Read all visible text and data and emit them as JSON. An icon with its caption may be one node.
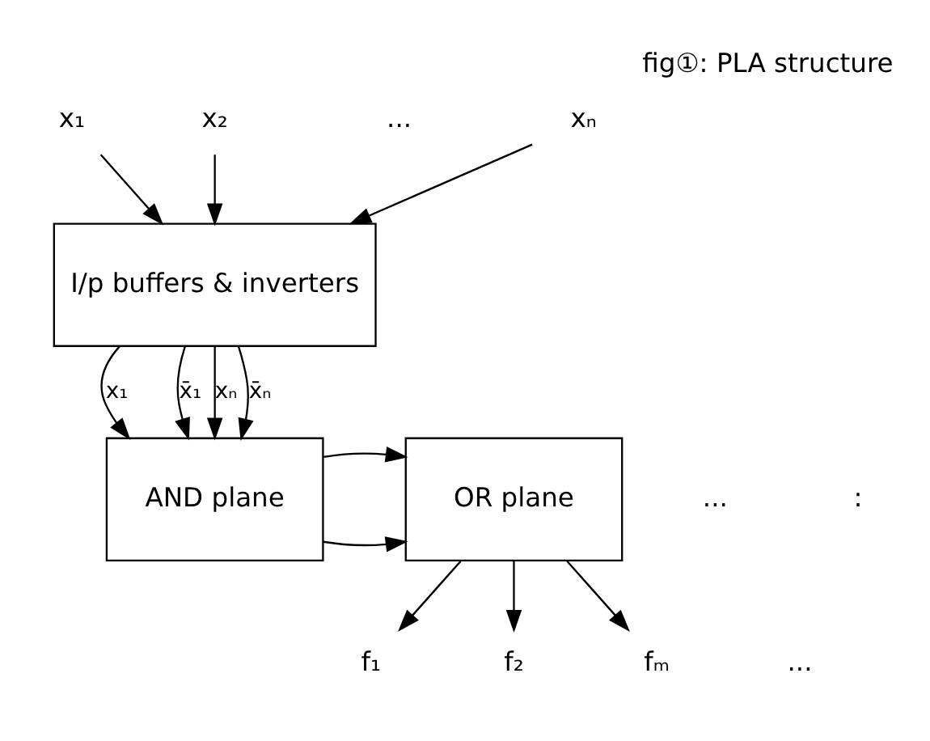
{
  "diagram": {
    "title": "fig①: PLA structure",
    "nodes": [
      {
        "text": [
          "x₁"
        ]
      },
      {
        "text": [
          "x₂"
        ]
      },
      {
        "text": [
          "xₙ"
        ]
      },
      {
        "text": [
          "I/p buffers & inverters"
        ]
      },
      {
        "text": [
          "AND plane"
        ]
      },
      {
        "text": [
          "OR plane"
        ]
      },
      {
        "text": [
          "f₁"
        ]
      },
      {
        "text": [
          "f₂"
        ]
      },
      {
        "text": [
          "fₘ"
        ]
      }
    ],
    "edges": [
      {
        "from": 0,
        "to": 3,
        "arrow": "to"
      },
      {
        "from": 1,
        "to": 3,
        "arrow": "to"
      },
      {
        "from": 2,
        "to": 3,
        "arrow": "to"
      },
      {
        "from": 3,
        "to": 4,
        "arrow": "to",
        "label": "x₁"
      },
      {
        "from": 3,
        "to": 4,
        "arrow": "to",
        "label": "x̄₁"
      },
      {
        "from": 3,
        "to": 4,
        "arrow": "to",
        "label": "xₙ"
      },
      {
        "from": 3,
        "to": 4,
        "arrow": "to",
        "label": "x̄ₙ"
      },
      {
        "from": 4,
        "to": 5,
        "arrow": "to"
      },
      {
        "from": 4,
        "to": 5,
        "arrow": "to"
      },
      {
        "from": 5,
        "to": 6,
        "arrow": "to"
      },
      {
        "from": 5,
        "to": 7,
        "arrow": "to"
      },
      {
        "from": 5,
        "to": 8,
        "arrow": "to"
      }
    ],
    "labels": [
      "...",
      "...",
      ":",
      "..."
    ]
  }
}
